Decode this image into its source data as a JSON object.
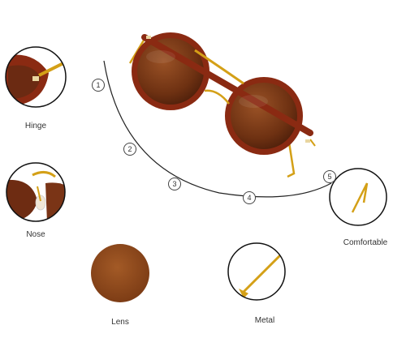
{
  "features": {
    "hinge": "Hinge",
    "nose": "Nose",
    "lens": "Lens",
    "metal": "Metal",
    "comfortable": "Comfortable"
  },
  "markers": [
    "1",
    "2",
    "3",
    "4",
    "5"
  ],
  "colors": {
    "frame": "#8a2a12",
    "lens": "#7a3c18",
    "gold": "#d4a017",
    "outline": "#222222"
  }
}
